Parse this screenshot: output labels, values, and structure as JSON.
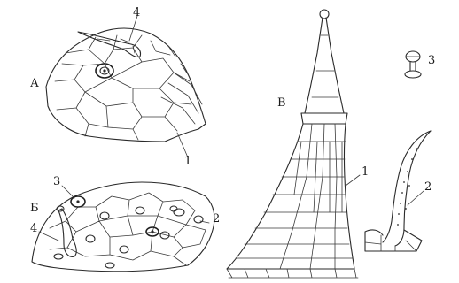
{
  "panels": {
    "a": {
      "letter": "А"
    },
    "b": {
      "letter": "Б"
    },
    "v": {
      "letter": "В"
    }
  },
  "callouts": {
    "a_4": "4",
    "a_1": "1",
    "b_3": "3",
    "b_4": "4",
    "b_2": "2",
    "v_1": "1",
    "v_3": "3",
    "v_2": "2"
  },
  "colors": {
    "ink": "#2a2a2a",
    "background": "#ffffff"
  }
}
